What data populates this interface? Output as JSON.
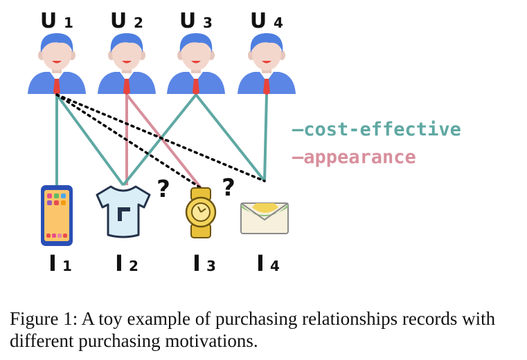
{
  "users": [
    {
      "name": "U",
      "sub": "1"
    },
    {
      "name": "U",
      "sub": "2"
    },
    {
      "name": "U",
      "sub": "3"
    },
    {
      "name": "U",
      "sub": "4"
    }
  ],
  "items": [
    {
      "name": "I",
      "sub": "1",
      "icon": "phone-icon"
    },
    {
      "name": "I",
      "sub": "2",
      "icon": "tshirt-icon"
    },
    {
      "name": "I",
      "sub": "3",
      "icon": "watch-icon"
    },
    {
      "name": "I",
      "sub": "4",
      "icon": "envelope-icon"
    }
  ],
  "legend": [
    {
      "label": "—cost-effective",
      "color": "#5fa8a3"
    },
    {
      "label": "—appearance",
      "color": "#d88f9c"
    }
  ],
  "question_mark": "?",
  "caption": "Figure 1: A toy example of purchasing relationships records with different purchasing motivations."
}
